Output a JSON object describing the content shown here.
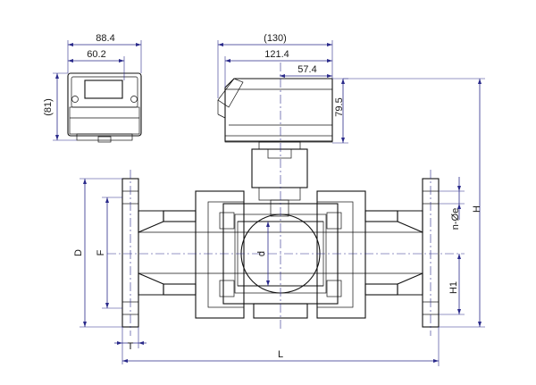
{
  "dimensions": {
    "top_view_width": "88.4",
    "top_view_inner_width": "60.2",
    "top_view_height": "(81)",
    "actuator_overall": "(130)",
    "actuator_width": "121.4",
    "actuator_offset": "57.4",
    "actuator_height": "79.5"
  },
  "labels": {
    "H": "H",
    "n_oe": "n-Øe",
    "H1": "H1",
    "D": "D",
    "F": "F",
    "d": "d",
    "T": "T",
    "L": "L"
  },
  "colors": {
    "dimension_line": "#2a2a8a",
    "outline": "#111111",
    "hatch": "#444444"
  }
}
